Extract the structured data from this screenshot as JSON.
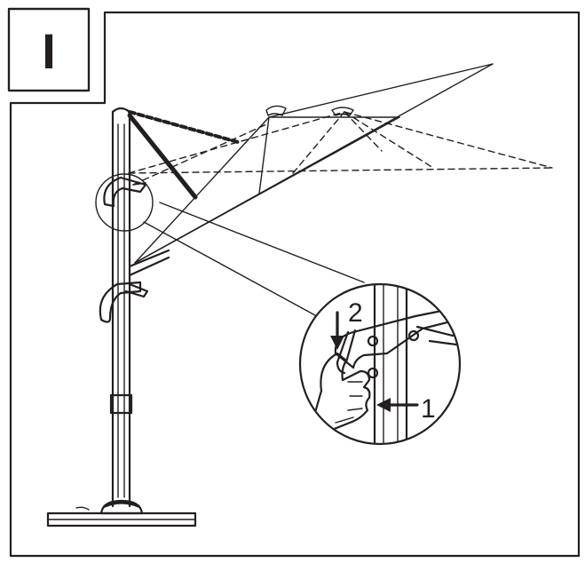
{
  "step_label": "I",
  "callouts": [
    {
      "id": "step-2",
      "text": "2"
    },
    {
      "id": "step-1",
      "text": "1"
    }
  ]
}
